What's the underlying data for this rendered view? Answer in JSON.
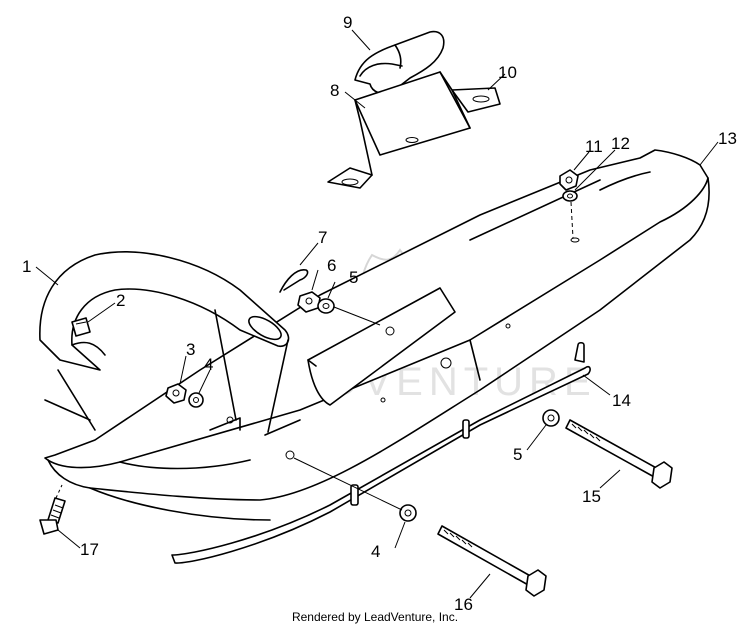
{
  "diagram": {
    "callouts": [
      {
        "id": "1",
        "label": "1"
      },
      {
        "id": "2",
        "label": "2"
      },
      {
        "id": "3",
        "label": "3"
      },
      {
        "id": "4a",
        "label": "4"
      },
      {
        "id": "4b",
        "label": "4"
      },
      {
        "id": "5a",
        "label": "5"
      },
      {
        "id": "5b",
        "label": "5"
      },
      {
        "id": "6",
        "label": "6"
      },
      {
        "id": "7",
        "label": "7"
      },
      {
        "id": "8",
        "label": "8"
      },
      {
        "id": "9",
        "label": "9"
      },
      {
        "id": "10",
        "label": "10"
      },
      {
        "id": "11",
        "label": "11"
      },
      {
        "id": "12",
        "label": "12"
      },
      {
        "id": "13",
        "label": "13"
      },
      {
        "id": "14",
        "label": "14"
      },
      {
        "id": "15",
        "label": "15"
      },
      {
        "id": "16",
        "label": "16"
      },
      {
        "id": "17",
        "label": "17"
      }
    ]
  },
  "watermark": {
    "text": "LEADVENTURE"
  },
  "footer": {
    "text": "Rendered by LeadVenture, Inc."
  }
}
